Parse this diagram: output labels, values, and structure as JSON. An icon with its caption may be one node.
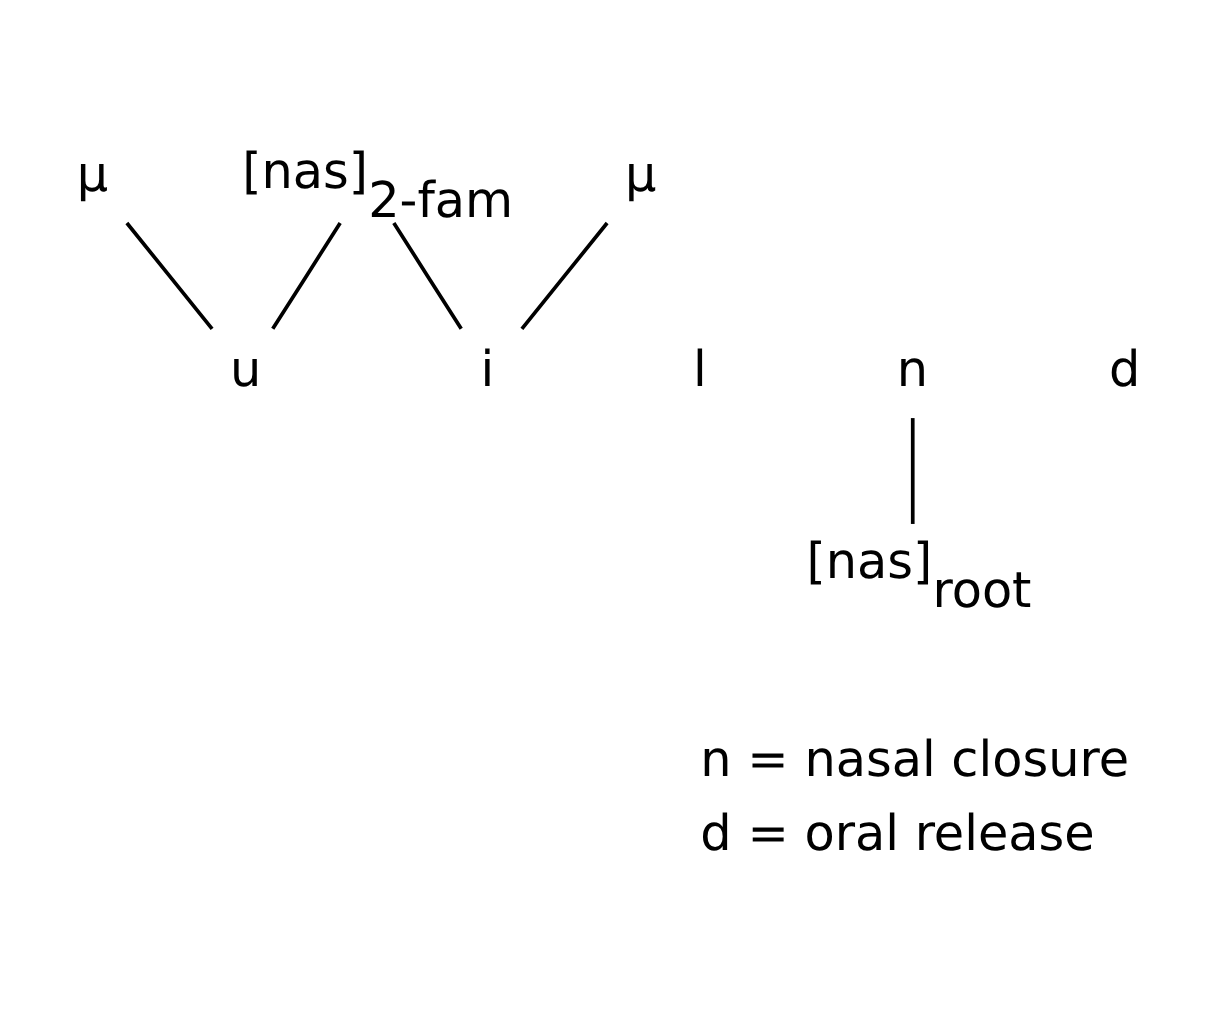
{
  "diagram": {
    "nodes": [
      {
        "text": [
          "[nas]$_{2-fam}$"
        ]
      },
      {
        "text": [
          "μ"
        ]
      },
      {
        "text": [
          "μ"
        ]
      },
      {
        "text": [
          "l"
        ]
      },
      {
        "text": [
          "u"
        ]
      },
      {
        "text": [
          "n"
        ]
      },
      {
        "text": [
          "d"
        ]
      },
      {
        "text": [
          "i"
        ]
      },
      {
        "text": [
          "[nas]$_{root}$"
        ]
      }
    ],
    "edges": [
      {
        "from": 0,
        "to": 4,
        "arrow": "none"
      },
      {
        "from": 0,
        "to": 7,
        "arrow": "none"
      },
      {
        "from": 1,
        "to": 4,
        "arrow": "none"
      },
      {
        "from": 2,
        "to": 7,
        "arrow": "none"
      },
      {
        "from": 5,
        "to": 8,
        "arrow": "none"
      }
    ],
    "labels": [
      "n = nasal closure",
      "d = oral release"
    ]
  }
}
